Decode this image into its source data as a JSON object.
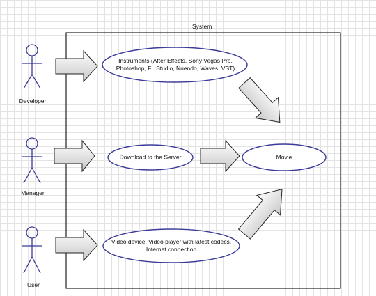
{
  "system": {
    "title": "System"
  },
  "actors": [
    {
      "id": "developer",
      "label": "Developer"
    },
    {
      "id": "manager",
      "label": "Manager"
    },
    {
      "id": "user",
      "label": "User"
    }
  ],
  "use_cases": [
    {
      "id": "instruments",
      "lines": [
        "Instruments (After Effects, Sony Vegas Pro,",
        "Photoshop, FL Studio, Nuendo, Waves, VST)"
      ]
    },
    {
      "id": "download",
      "lines": [
        "Download to the Server"
      ]
    },
    {
      "id": "video_device",
      "lines": [
        "Video device, Video player with latest codecs,",
        "Internet connection"
      ]
    },
    {
      "id": "movie",
      "lines": [
        "Movie"
      ]
    }
  ],
  "colors": {
    "ellipse_stroke": "#3b3b98",
    "arrow_fill_light": "#ffffff",
    "arrow_fill_dark": "#c8c8c8",
    "line": "#222222"
  }
}
